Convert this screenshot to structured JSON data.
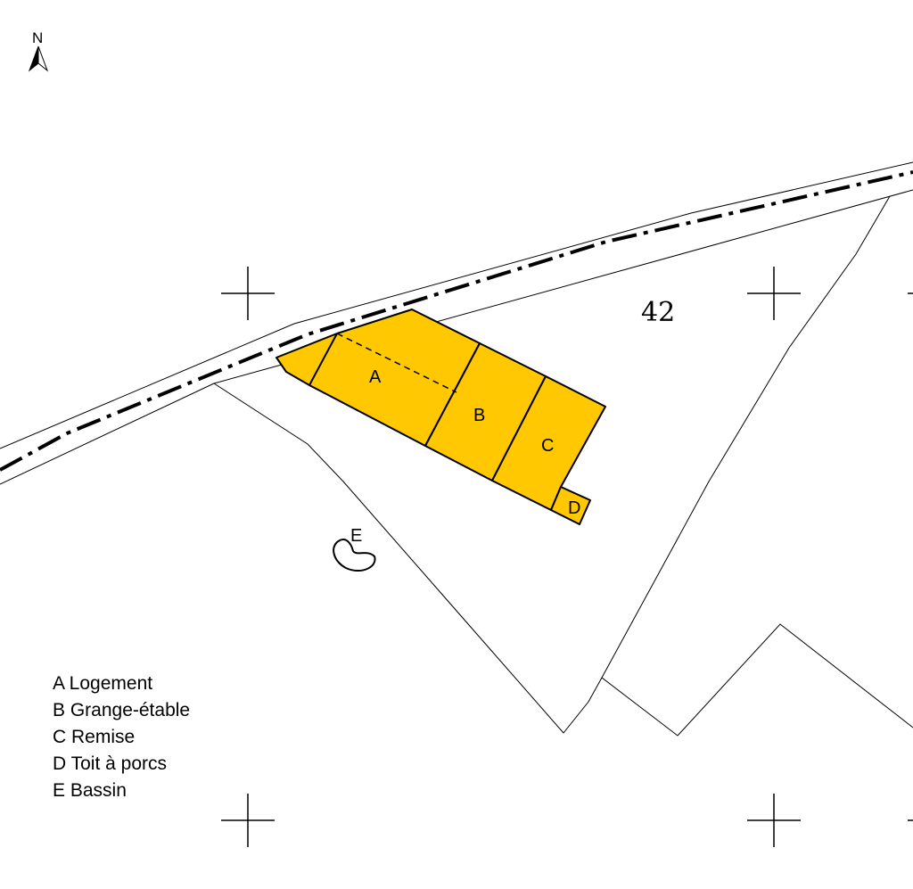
{
  "north_label": "N",
  "parcel_number": "42",
  "building_fill_color": "#FFC800",
  "buildings": [
    {
      "letter": "A"
    },
    {
      "letter": "B"
    },
    {
      "letter": "C"
    },
    {
      "letter": "D"
    },
    {
      "letter": "E"
    }
  ],
  "legend": [
    {
      "text": "A Logement"
    },
    {
      "text": "B Grange-étable"
    },
    {
      "text": "C Remise"
    },
    {
      "text": "D Toit à porcs"
    },
    {
      "text": "E Bassin"
    }
  ]
}
